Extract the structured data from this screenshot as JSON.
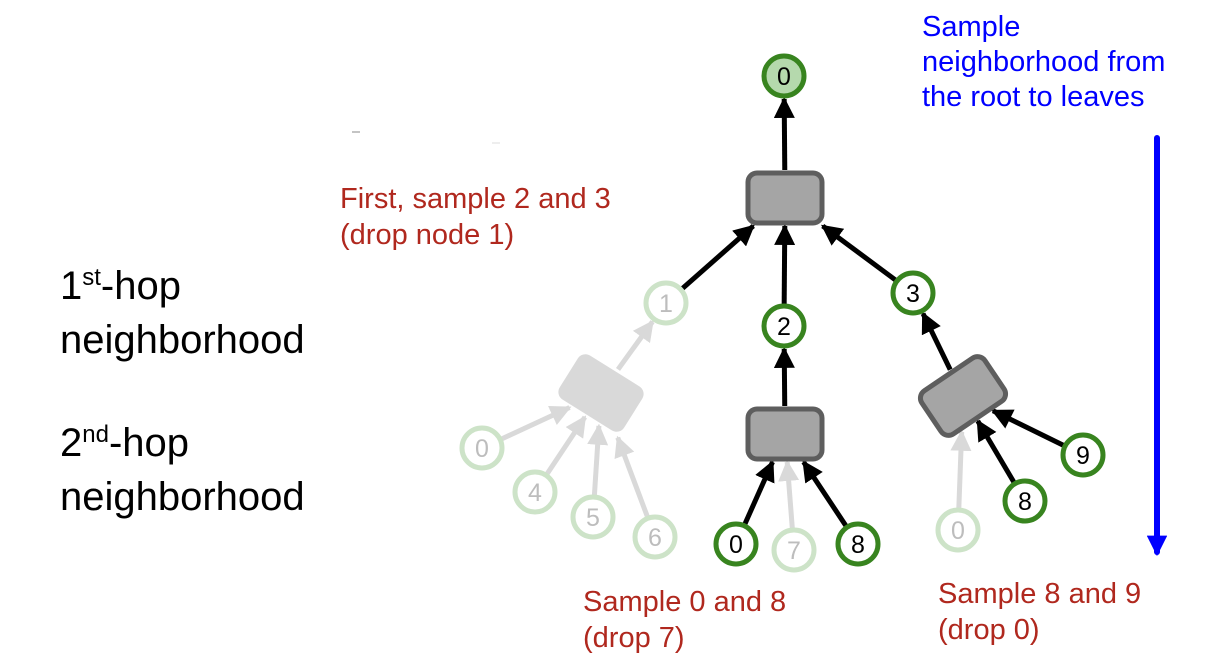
{
  "labels": {
    "hop1_num": "1",
    "hop1_sup": "st",
    "hop1_rest": "-hop",
    "hop1_line2": "neighborhood",
    "hop2_num": "2",
    "hop2_sup": "nd",
    "hop2_rest": "-hop",
    "hop2_line2": "neighborhood",
    "first_sample_line1": "First, sample 2 and 3",
    "first_sample_line2": "(drop node 1)",
    "sample_08_line1": "Sample 0 and 8",
    "sample_08_line2": "(drop 7)",
    "sample_89_line1": "Sample 8 and 9",
    "sample_89_line2": "(drop 0)",
    "direction_line1": "Sample",
    "direction_line2": "neighborhood from",
    "direction_line3": "the root to leaves"
  },
  "colors": {
    "active_node_stroke": "#38841f",
    "root_node_fill": "#b5d9ad",
    "dropped_node_stroke": "#cde3c8",
    "dropped_text": "#bdbdbd",
    "aggregator_fill": "#a5a5a5",
    "aggregator_stroke": "#5e5e5e",
    "dropped_aggregator_fill": "#d9d9d9",
    "active_edge": "#000000",
    "dropped_edge": "#d9d9d9",
    "annotation_red": "#b0281e",
    "annotation_blue": "#0000ff"
  },
  "tree": {
    "nodes": [
      {
        "id": "root",
        "label": "0",
        "state": "root"
      },
      {
        "id": "n1",
        "label": "1",
        "state": "dropped"
      },
      {
        "id": "n2",
        "label": "2",
        "state": "sampled"
      },
      {
        "id": "n3",
        "label": "3",
        "state": "sampled"
      },
      {
        "id": "n1_0",
        "label": "0",
        "state": "dropped"
      },
      {
        "id": "n1_4",
        "label": "4",
        "state": "dropped"
      },
      {
        "id": "n1_5",
        "label": "5",
        "state": "dropped"
      },
      {
        "id": "n1_6",
        "label": "6",
        "state": "dropped"
      },
      {
        "id": "n2_0",
        "label": "0",
        "state": "sampled"
      },
      {
        "id": "n2_7",
        "label": "7",
        "state": "dropped"
      },
      {
        "id": "n2_8",
        "label": "8",
        "state": "sampled"
      },
      {
        "id": "n3_0",
        "label": "0",
        "state": "dropped"
      },
      {
        "id": "n3_8",
        "label": "8",
        "state": "sampled"
      },
      {
        "id": "n3_9",
        "label": "9",
        "state": "sampled"
      }
    ],
    "aggregators": [
      {
        "id": "agg_root",
        "state": "active"
      },
      {
        "id": "agg_n1",
        "state": "dropped"
      },
      {
        "id": "agg_n2",
        "state": "active"
      },
      {
        "id": "agg_n3",
        "state": "active"
      }
    ],
    "edges": [
      {
        "from": "agg_root",
        "to": "root",
        "state": "active"
      },
      {
        "from": "n1",
        "to": "agg_root",
        "state": "active"
      },
      {
        "from": "n2",
        "to": "agg_root",
        "state": "active"
      },
      {
        "from": "n3",
        "to": "agg_root",
        "state": "active"
      },
      {
        "from": "agg_n1",
        "to": "n1",
        "state": "dropped"
      },
      {
        "from": "agg_n2",
        "to": "n2",
        "state": "active"
      },
      {
        "from": "agg_n3",
        "to": "n3",
        "state": "active"
      },
      {
        "from": "n1_0",
        "to": "agg_n1",
        "state": "dropped"
      },
      {
        "from": "n1_4",
        "to": "agg_n1",
        "state": "dropped"
      },
      {
        "from": "n1_5",
        "to": "agg_n1",
        "state": "dropped"
      },
      {
        "from": "n1_6",
        "to": "agg_n1",
        "state": "dropped"
      },
      {
        "from": "n2_0",
        "to": "agg_n2",
        "state": "active"
      },
      {
        "from": "n2_7",
        "to": "agg_n2",
        "state": "dropped"
      },
      {
        "from": "n2_8",
        "to": "agg_n2",
        "state": "active"
      },
      {
        "from": "n3_0",
        "to": "agg_n3",
        "state": "dropped"
      },
      {
        "from": "n3_8",
        "to": "agg_n3",
        "state": "active"
      },
      {
        "from": "n3_9",
        "to": "agg_n3",
        "state": "active"
      }
    ]
  }
}
